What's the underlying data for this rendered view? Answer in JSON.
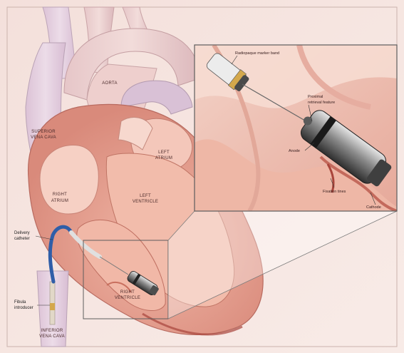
{
  "labels": {
    "aorta": "AORTA",
    "superior_vena_cava_1": "SUPERIOR",
    "superior_vena_cava_2": "VENA CAVA",
    "left_atrium_1": "LEFT",
    "left_atrium_2": "ATRIUM",
    "right_atrium_1": "RIGHT",
    "right_atrium_2": "ATRIUM",
    "left_ventricle_1": "LEFT",
    "left_ventricle_2": "VENTRICLE",
    "right_ventricle_1": "RIGHT",
    "right_ventricle_2": "VENTRICLE",
    "inferior_vena_cava_1": "INFERIOR",
    "inferior_vena_cava_2": "VENA CAVA",
    "delivery_catheter_1": "Delivery",
    "delivery_catheter_2": "catheter",
    "femoral_introducer_1": "Fibula",
    "femoral_introducer_2": "introducer"
  },
  "inset_labels": {
    "radiopaque_marker_band": "Radiopaque marker band",
    "proximal_retrieval_feature_1": "Proximal",
    "proximal_retrieval_feature_2": "retrieval feature",
    "anode": "Anode",
    "fixation_tines": "Fixation tines",
    "cathode": "Cathode"
  },
  "colors": {
    "background": "#f6e4df",
    "vessel": "#e7d3e3",
    "myocardium": "#e9a898",
    "chamber": "#f3c7b9",
    "inset_border": "#5d5d5d",
    "device_metal": "#8c8c8c"
  }
}
